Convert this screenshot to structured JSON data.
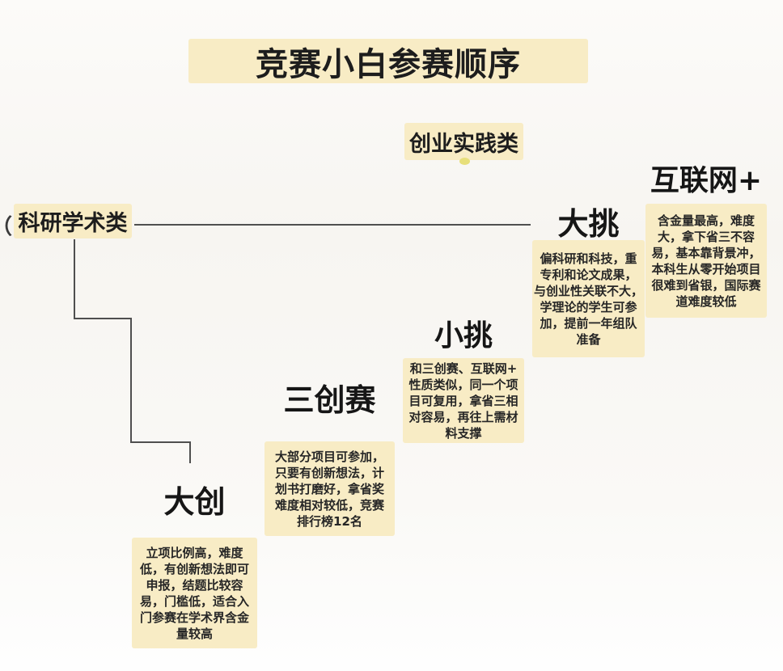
{
  "title": "竞赛小白参赛顺序",
  "categories": {
    "entrepreneurship": "创业实践类",
    "research": "科研学术类"
  },
  "nodes": {
    "hulianwang": {
      "name": "互联网+",
      "description": "含金量最高，难度\n大，拿下省三不容\n易，基本靠背景冲，\n本科生从零开始项目\n很难到省银，国际赛\n道难度较低"
    },
    "datiao": {
      "name": "大挑",
      "description": "偏科研和科技，重\n专利和论文成果，\n与创业性关联不大，\n学理论的学生可参\n加，提前一年组队\n准备"
    },
    "xiaotiao": {
      "name": "小挑",
      "description": "和三创赛、互联网+\n性质类似，同一个项\n目可复用，拿省三相\n对容易，再往上需材\n料支撑"
    },
    "sanchuangsai": {
      "name": "三创赛",
      "description": "大部分项目可参加，\n只要有创新想法，计\n划书打磨好，拿省奖\n难度相对较低，竞赛\n排行榜12名"
    },
    "dachuang": {
      "name": "大创",
      "description": "立项比例高，难度\n低，有创新想法即可\n申报，结题比较容\n易，门槛低，适合入\n门参赛在学术界含金\n量较高"
    }
  },
  "edge_mark": "（",
  "colors": {
    "box_background": "#f8ecc5",
    "connector_line": "#4f4f4f",
    "text": "#1d1d1d",
    "dot": "#e7df7a",
    "page_background": "#f8f6f2"
  }
}
